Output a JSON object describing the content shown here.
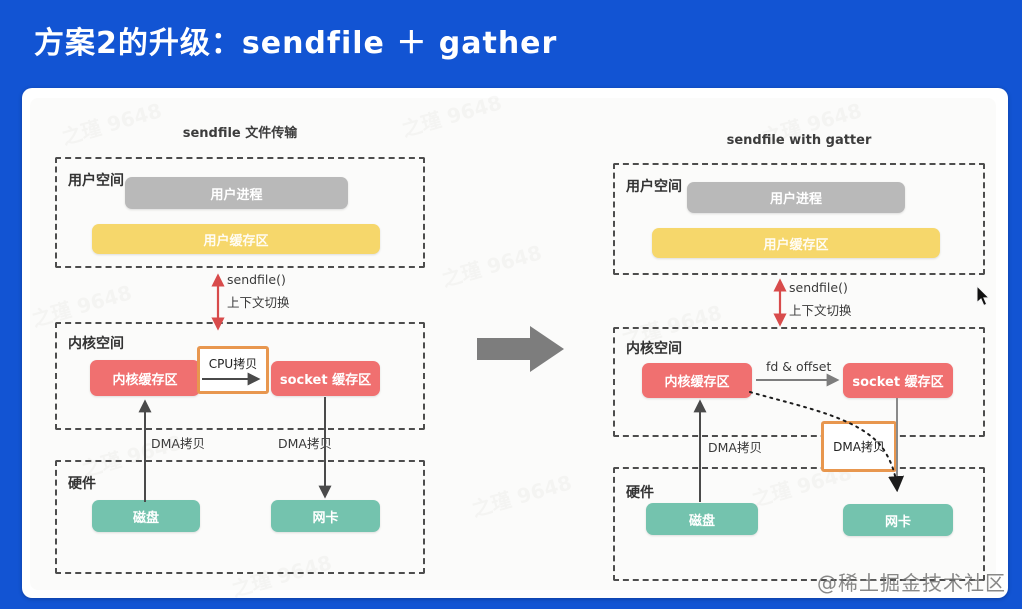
{
  "header": {
    "title": "方案2的升级：sendfile ＋ gather"
  },
  "watermarks": {
    "tile": "之瑾 9648",
    "community": "@稀土掘金技术社区"
  },
  "left": {
    "title": "sendfile 文件传输",
    "user_space": "用户空间",
    "user_process": "用户进程",
    "user_buffer": "用户缓存区",
    "sendfile": "sendfile()",
    "context_switch": "上下文切换",
    "kernel_space": "内核空间",
    "kernel_buffer": "内核缓存区",
    "cpu_copy": "CPU拷贝",
    "socket_buffer": "socket 缓存区",
    "dma_left": "DMA拷贝",
    "dma_right": "DMA拷贝",
    "hardware": "硬件",
    "disk": "磁盘",
    "nic": "网卡"
  },
  "right": {
    "title": "sendfile with gatter",
    "user_space": "用户空间",
    "user_process": "用户进程",
    "user_buffer": "用户缓存区",
    "sendfile": "sendfile()",
    "context_switch": "上下文切换",
    "kernel_space": "内核空间",
    "kernel_buffer": "内核缓存区",
    "fd_offset": "fd & offset",
    "socket_buffer": "socket 缓存区",
    "dma_left": "DMA拷贝",
    "dma_boxed": "DMA拷贝",
    "hardware": "硬件",
    "disk": "磁盘",
    "nic": "网卡"
  },
  "colors": {
    "background_blue": "#1254d3",
    "buffer_red": "#f07070",
    "user_buffer_yellow": "#f6d76b",
    "process_gray": "#b9b9b9",
    "hardware_teal": "#74c3ae",
    "highlight_orange": "#e8974f",
    "context_arrow_red": "#d84b4b"
  }
}
